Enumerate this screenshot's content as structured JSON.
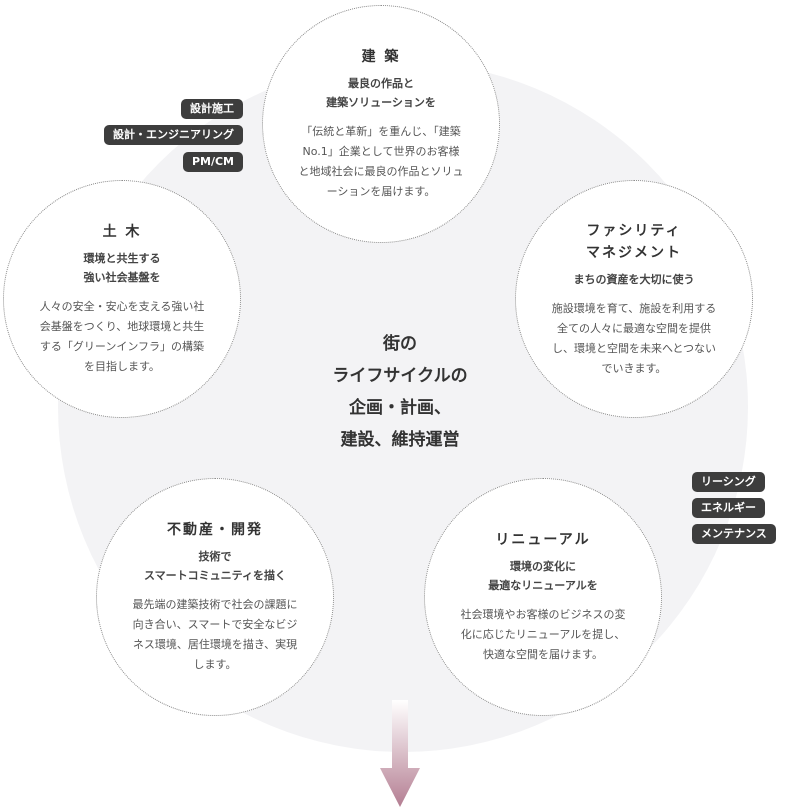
{
  "center": {
    "lines": [
      "街の",
      "ライフサイクルの",
      "企画・計画、",
      "建設、維持運営"
    ]
  },
  "circles": {
    "architecture": {
      "title": "建 築",
      "subtitle": [
        "最良の作品と",
        "建築ソリューションを"
      ],
      "description": [
        "「伝統と革新」を重んじ、「建築",
        "No.1」企業として世界のお客様",
        "と地域社会に最良の作品とソリュ",
        "ーションを届けます。"
      ]
    },
    "civil": {
      "title": "土 木",
      "subtitle": [
        "環境と共生する",
        "強い社会基盤を"
      ],
      "description": [
        "人々の安全・安心を支える強い社",
        "会基盤をつくり、地球環境と共生",
        "する「グリーンインフラ」の構築",
        "を目指します。"
      ]
    },
    "facility": {
      "title": [
        "ファシリティ",
        "マネジメント"
      ],
      "subtitle": [
        "まちの資産を大切に使う"
      ],
      "description": [
        "施設環境を育て、施設を利用する",
        "全ての人々に最適な空間を提供",
        "し、環境と空間を未来へとつない",
        "でいきます。"
      ]
    },
    "real_estate": {
      "title": "不動産・開発",
      "subtitle": [
        "技術で",
        "スマートコミュニティを描く"
      ],
      "description": [
        "最先端の建築技術で社会の課題に",
        "向き合い、スマートで安全なビジ",
        "ネス環境、居住環境を描き、実現",
        "します。"
      ]
    },
    "renewal": {
      "title": "リニューアル",
      "subtitle": [
        "環境の変化に",
        "最適なリニューアルを"
      ],
      "description": [
        "社会環境やお客様のビジネスの変",
        "化に応じたリニューアルを提し、",
        "快適な空間を届けます。"
      ]
    }
  },
  "tags_left": [
    "設計施工",
    "設計・エンジニアリング",
    "PM/CM"
  ],
  "tags_right": [
    "リーシング",
    "エネルギー",
    "メンテナンス"
  ],
  "colors": {
    "tag_bg": "#3d3d3d",
    "arrow_top": "#ffffff",
    "arrow_bottom": "#b47e92",
    "background_circle": "#f3f3f5"
  }
}
